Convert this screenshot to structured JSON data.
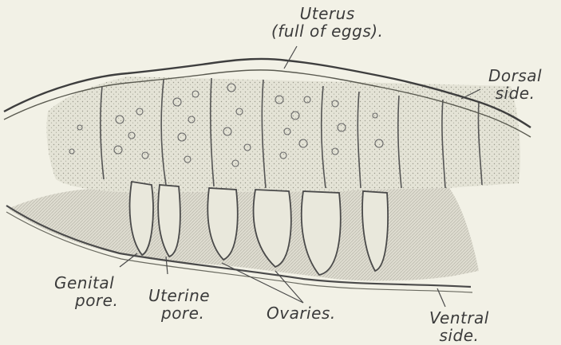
{
  "labels": {
    "uterus": {
      "line1": "Uterus",
      "line2": "(full of eggs)."
    },
    "dorsal": {
      "line1": "Dorsal",
      "line2": "side."
    },
    "genital": {
      "line1": "Genital",
      "line2": "pore."
    },
    "uterine": {
      "line1": "Uterine",
      "line2": "pore."
    },
    "ovaries": {
      "line1": "Ovaries."
    },
    "ventral": {
      "line1": "Ventral",
      "line2": "side."
    }
  },
  "colors": {
    "background": "#f2f1e6",
    "ink": "#4a4a4a",
    "tissue": "#dcdcd0",
    "segment": "#e9e8dc"
  }
}
